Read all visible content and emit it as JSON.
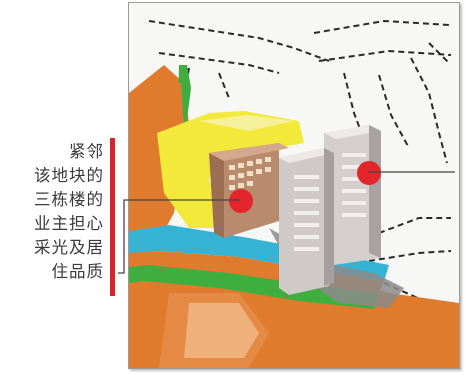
{
  "caption": {
    "lines": [
      "紧邻",
      "该地块的",
      "三栋楼的",
      "业主担心",
      "采光及居",
      "住品质"
    ]
  },
  "colors": {
    "accent_bar": "#d6262c",
    "marker": "#e3262d",
    "leader_line": "#444444",
    "road_orange": "#e07a2c",
    "yellow_zone": "#f2e93a",
    "green_strip": "#3fae3f",
    "blue_strip": "#36b2d3",
    "existing_building": "#b98a6c",
    "new_tower": "#c9c4c2",
    "shadow": "#8b8b8b"
  },
  "icons": {
    "marker_left": "red-dot-marker",
    "marker_right": "red-dot-marker"
  }
}
